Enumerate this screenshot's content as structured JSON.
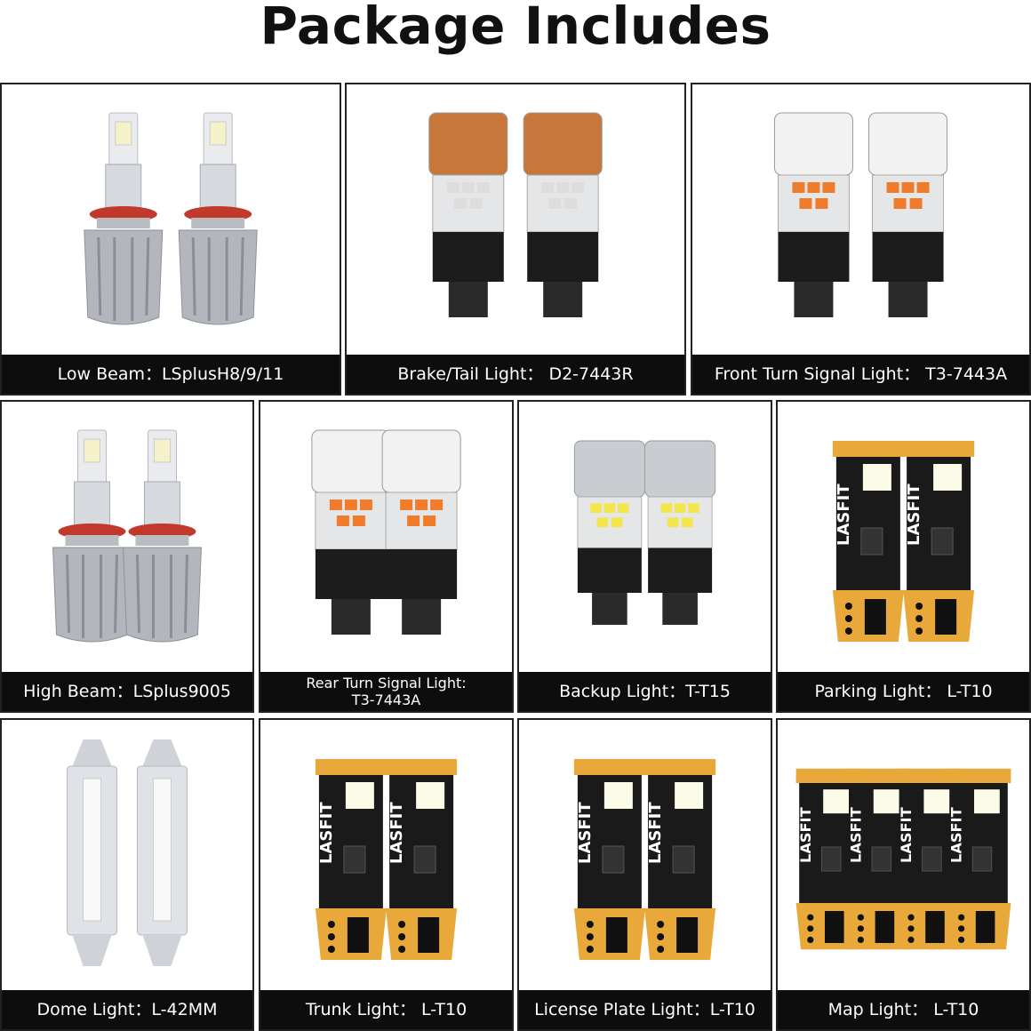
{
  "page": {
    "title": "Package Includes"
  },
  "items": [
    {
      "label": "Low Beam：LSplusH8/9/11",
      "type": "headlight"
    },
    {
      "label": "Brake/Tail Light： D2-7443R",
      "type": "bulb-copper"
    },
    {
      "label": "Front Turn Signal Light： T3-7443A",
      "type": "bulb-white"
    },
    {
      "label": "High Beam：LSplus9005",
      "type": "headlight"
    },
    {
      "label": "Rear Turn Signal Light:\nT3-7443A",
      "type": "bulb-white"
    },
    {
      "label": "Backup Light：T-T15",
      "type": "bulb-silver"
    },
    {
      "label": "Parking Light： L-T10",
      "type": "t10"
    },
    {
      "label": "Dome Light：L-42MM",
      "type": "festoon"
    },
    {
      "label": "Trunk Light： L-T10",
      "type": "t10"
    },
    {
      "label": "License Plate Light：L-T10",
      "type": "t10"
    },
    {
      "label": "Map Light： L-T10",
      "type": "t10-four"
    }
  ],
  "brand_text": "LASFIT",
  "colors": {
    "pcb": "#e8a93a",
    "pcb_dark": "#1a1a1a",
    "copper": "#c8773a",
    "amber_led": "#f07b2a",
    "white_led": "#f4f4d6",
    "yellow_led": "#f2e64a"
  }
}
